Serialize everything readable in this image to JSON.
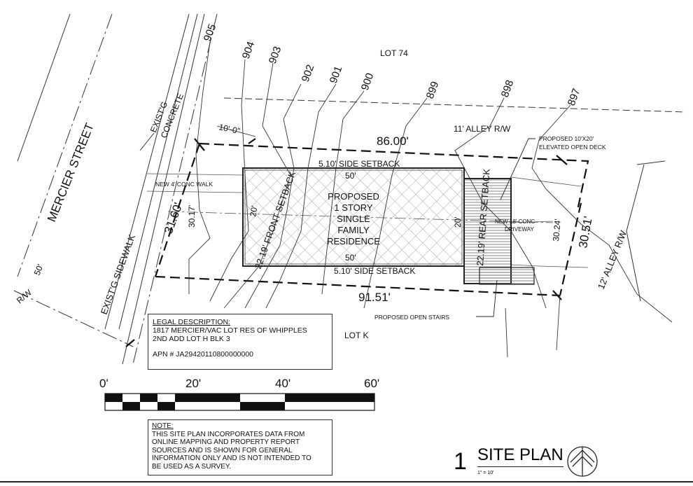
{
  "labels": {
    "lot_top": "LOT 74",
    "lot_bottom": "LOT K",
    "street": "MERCIER STREET",
    "street_rw": "50'",
    "street_rw_label": "R/W",
    "exist_concrete_1": "EXIST'G",
    "exist_concrete_2": "CONCRETE",
    "exist_sidewalk": "EXIST'G SIDEWALK",
    "alley_top": "11' ALLEY R/W",
    "alley_right": "12' ALLEY R/W",
    "dim_top": "86.00'",
    "dim_bottom": "91.51'",
    "dim_left": "31.60'",
    "dim_left_inner": "30.17'",
    "dim_right": "30.51'",
    "dim_right_inner": "30.24'",
    "dim_offset": "10'-0\"",
    "side_setback_top": "5.10' SIDE SETBACK",
    "side_setback_bottom": "5.10' SIDE SETBACK",
    "bldg_len_top": "50'",
    "bldg_len_bottom": "50'",
    "bldg_width_left": "20'",
    "bldg_width_right": "20'",
    "front_setback": "22.19' FRONT SETBACK",
    "rear_setback": "22.19' REAR SETBACK",
    "residence": [
      "PROPOSED",
      "1 STORY",
      "SINGLE",
      "FAMILY",
      "RESIDENCE"
    ],
    "walk": "NEW 4' CONC WALK",
    "driveway_1": "NEW 18' CONC",
    "driveway_2": "DRIVEWAY",
    "deck_1": "PROPOSED 10'X20'",
    "deck_2": "ELEVATED OPEN DECK",
    "stairs": "PROPOSED OPEN STAIRS"
  },
  "contours": [
    "905",
    "904",
    "903",
    "902",
    "901",
    "900",
    "899",
    "898",
    "897"
  ],
  "legal": {
    "heading": "LEGAL DESCRIPTION:",
    "line1": "1817 MERCIER/VAC LOT RES OF WHIPPLES",
    "line2": "2ND ADD LOT H BLK 3",
    "apn": "APN # JA29420110800000000"
  },
  "scale_bar": {
    "ticks": [
      "0'",
      "20'",
      "40'",
      "60'"
    ]
  },
  "note": {
    "heading": "NOTE:",
    "lines": [
      "THIS SITE PLAN INCORPORATES DATA FROM",
      "ONLINE MAPPING AND PROPERTY REPORT",
      "SOURCES AND IS SHOWN FOR GENERAL",
      "INFORMATION ONLY AND IS NOT INTENDED TO",
      "BE USED AS A SURVEY."
    ]
  },
  "title": {
    "number": "1",
    "name": "SITE PLAN",
    "scale": "1\" = 10'"
  }
}
